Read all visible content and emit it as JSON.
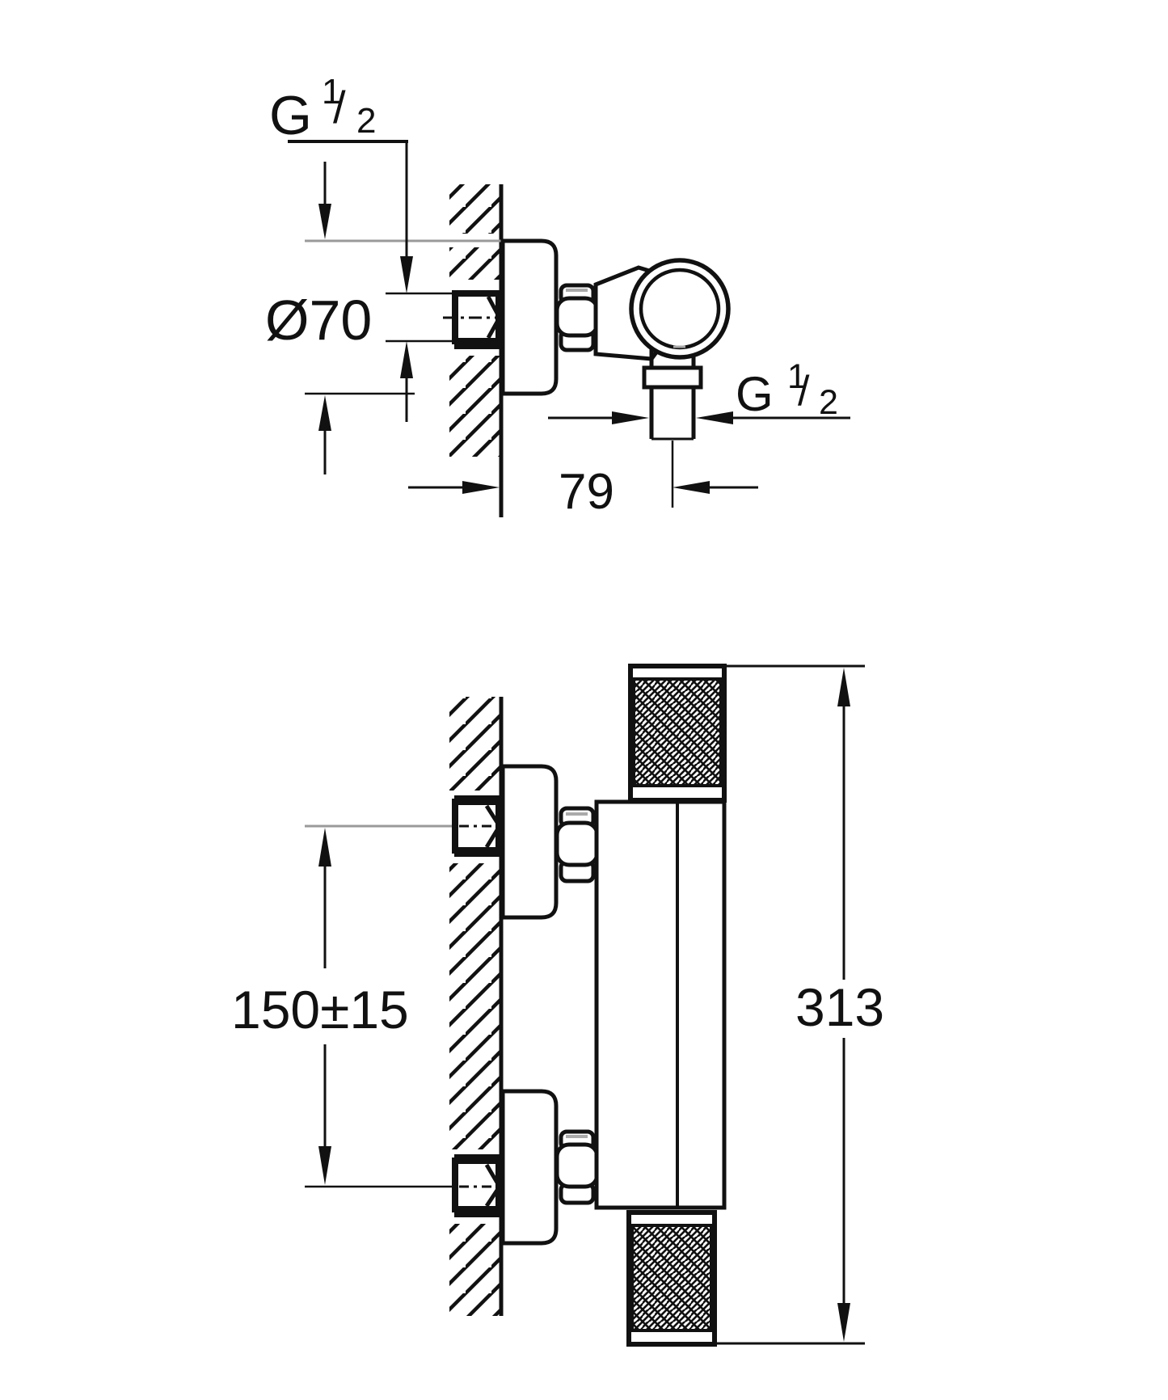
{
  "drawing": {
    "type": "installation-dimension-drawing",
    "line_color": "#111111",
    "centerline_color": "#9a9a9a",
    "background": "#ffffff",
    "side_view": {
      "labels": {
        "inlet_thread": {
          "prefix": "G",
          "numerator": "1",
          "slash": "/",
          "denominator": "2"
        },
        "escutcheon_diameter": "Ø70",
        "wall_to_outlet_center": "79",
        "outlet_thread": {
          "prefix": "G",
          "numerator": "1",
          "slash": "/",
          "denominator": "2"
        }
      }
    },
    "front_view": {
      "labels": {
        "inlet_spacing": "150±15",
        "overall_height": "313"
      }
    }
  }
}
